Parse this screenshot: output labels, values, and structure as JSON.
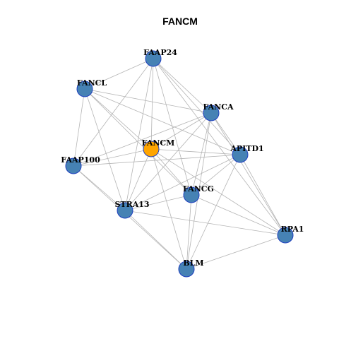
{
  "title": "FANCM",
  "colors": {
    "node_default": "#4682b4",
    "node_highlight": "#ffa500",
    "node_border": "#1f3fbf",
    "edge": "#b4b4b4"
  },
  "nodes": [
    {
      "id": "FAAP24",
      "label": "FAAP24",
      "highlight": false
    },
    {
      "id": "FANCL",
      "label": "FANCL",
      "highlight": false
    },
    {
      "id": "FANCA",
      "label": "FANCA",
      "highlight": false
    },
    {
      "id": "FANCM",
      "label": "FANCM",
      "highlight": true
    },
    {
      "id": "APITD1",
      "label": "APITD1",
      "highlight": false
    },
    {
      "id": "FAAP100",
      "label": "FAAP100",
      "highlight": false
    },
    {
      "id": "FANCG",
      "label": "FANCG",
      "highlight": false
    },
    {
      "id": "STRA13",
      "label": "STRA13",
      "highlight": false
    },
    {
      "id": "RPA1",
      "label": "RPA1",
      "highlight": false
    },
    {
      "id": "BLM",
      "label": "BLM",
      "highlight": false
    }
  ],
  "edges": [
    [
      "FAAP24",
      "FANCL"
    ],
    [
      "FAAP24",
      "FANCA"
    ],
    [
      "FAAP24",
      "FANCM"
    ],
    [
      "FAAP24",
      "APITD1"
    ],
    [
      "FAAP24",
      "FAAP100"
    ],
    [
      "FAAP24",
      "FANCG"
    ],
    [
      "FAAP24",
      "STRA13"
    ],
    [
      "FAAP24",
      "RPA1"
    ],
    [
      "FANCL",
      "FANCA"
    ],
    [
      "FANCL",
      "FANCM"
    ],
    [
      "FANCL",
      "APITD1"
    ],
    [
      "FANCL",
      "FAAP100"
    ],
    [
      "FANCL",
      "FANCG"
    ],
    [
      "FANCL",
      "STRA13"
    ],
    [
      "FANCA",
      "FANCM"
    ],
    [
      "FANCA",
      "APITD1"
    ],
    [
      "FANCA",
      "FAAP100"
    ],
    [
      "FANCA",
      "FANCG"
    ],
    [
      "FANCA",
      "STRA13"
    ],
    [
      "FANCA",
      "RPA1"
    ],
    [
      "FANCA",
      "BLM"
    ],
    [
      "FANCM",
      "APITD1"
    ],
    [
      "FANCM",
      "FAAP100"
    ],
    [
      "FANCM",
      "FANCG"
    ],
    [
      "FANCM",
      "STRA13"
    ],
    [
      "FANCM",
      "RPA1"
    ],
    [
      "FANCM",
      "BLM"
    ],
    [
      "APITD1",
      "FAAP100"
    ],
    [
      "APITD1",
      "FANCG"
    ],
    [
      "APITD1",
      "STRA13"
    ],
    [
      "APITD1",
      "RPA1"
    ],
    [
      "APITD1",
      "BLM"
    ],
    [
      "FAAP100",
      "STRA13"
    ],
    [
      "FAAP100",
      "BLM"
    ],
    [
      "FANCG",
      "STRA13"
    ],
    [
      "FANCG",
      "BLM"
    ],
    [
      "FANCG",
      "RPA1"
    ],
    [
      "STRA13",
      "RPA1"
    ],
    [
      "STRA13",
      "BLM"
    ],
    [
      "RPA1",
      "BLM"
    ]
  ]
}
